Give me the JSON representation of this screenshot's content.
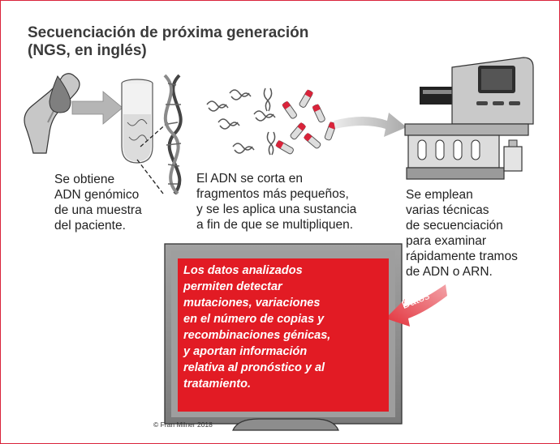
{
  "title_lines": [
    "Secuenciación de próxima generación",
    "(NGS, en inglés)"
  ],
  "step1": [
    "Se obtiene",
    "ADN genómico",
    "de una muestra",
    "del paciente."
  ],
  "step2": [
    "El ADN se corta en",
    "fragmentos más pequeños,",
    "y se les aplica una sustancia",
    "a fin de que se multipliquen."
  ],
  "step3": [
    "Se emplean",
    "varias técnicas",
    "de secuenciación",
    "para examinar",
    "rápidamente tramos",
    "de ADN o ARN."
  ],
  "result_lines": [
    "Los datos analizados",
    "permiten detectar",
    "mutaciones, variaciones",
    "en el número de copias y",
    "recombinaciones génicas,",
    "y aportan información",
    "relativa al pronóstico y al",
    "tratamiento."
  ],
  "data_arrow_label": "Datos",
  "credit": "© Fran Milner 2018",
  "colors": {
    "border": "#d9233a",
    "panel": "#e21b24",
    "arrow": "#b8b8b8",
    "monitor": "#8a8a8a"
  }
}
